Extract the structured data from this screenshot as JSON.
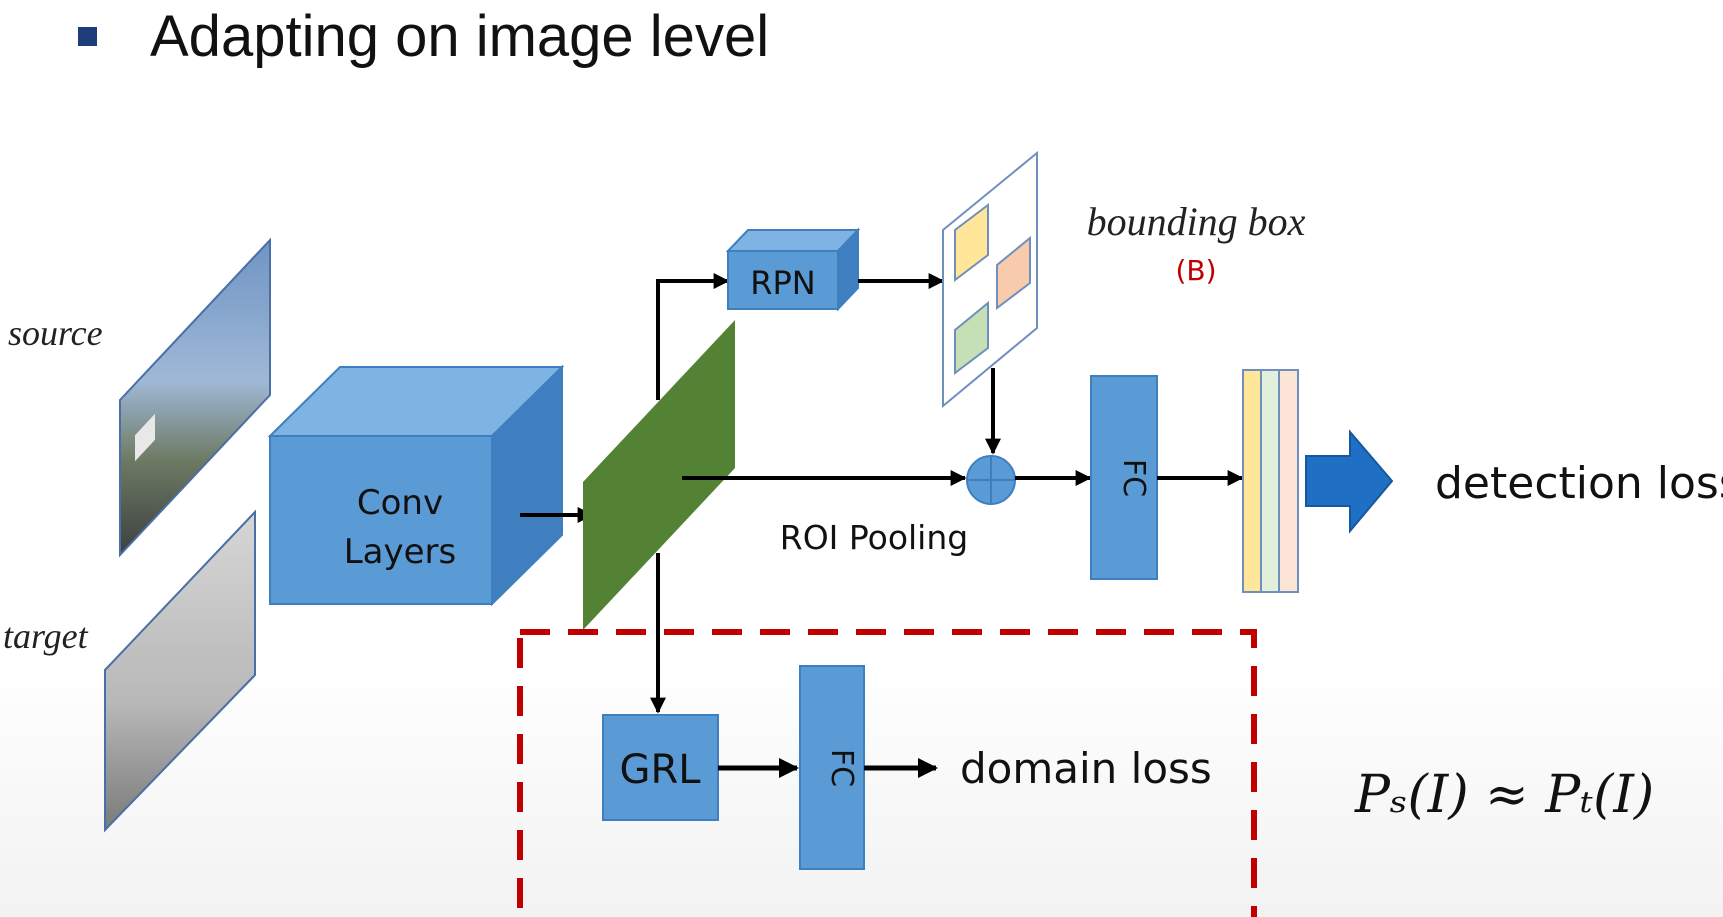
{
  "slide": {
    "title": "Adapting on image level"
  },
  "labels": {
    "source": "source",
    "target": "target",
    "conv_line1": "Conv",
    "conv_line2": "Layers",
    "rpn": "RPN",
    "bbox": "bounding box",
    "bbox_symbol": "(B)",
    "roi": "ROI Pooling",
    "fc_top": "FC",
    "detection_loss": "detection loss",
    "grl": "GRL",
    "fc_bottom": "FC",
    "domain_loss": "domain loss",
    "equation": "Pₛ(I) ≈ Pₜ(I)"
  },
  "colors": {
    "block_blue": "#5b9bd5",
    "block_blue_dark": "#3f7fbf",
    "block_blue_light": "#7fb3e3",
    "feature_green": "#548235",
    "dashed_red": "#c00000",
    "bbox_symbol_red": "#c00000",
    "arrow_blue": "#1f6fc5"
  }
}
